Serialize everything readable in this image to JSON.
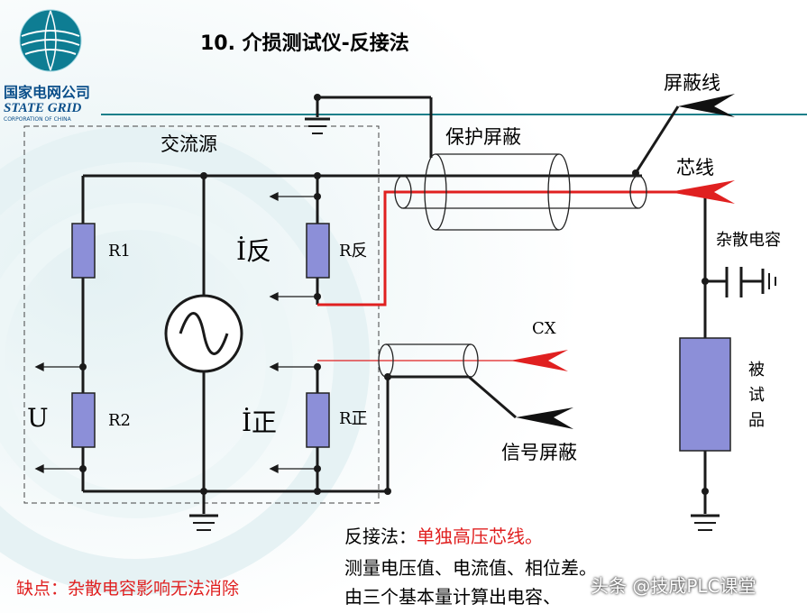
{
  "slide": {
    "title": "10. 介损测试仪-反接法",
    "logo": {
      "chinese": "国家电网公司",
      "english": "STATE GRID",
      "sub": "CORPORATION OF CHINA"
    }
  },
  "diagram": {
    "labels": {
      "ac_source": "交流源",
      "r1": "R1",
      "r2": "R2",
      "u": "U",
      "i_fan": "İ反",
      "r_fan": "R反",
      "i_zheng": "İ正",
      "r_zheng": "R正",
      "guard_shield": "保护屏蔽",
      "shield_wire": "屏蔽线",
      "core_wire": "芯线",
      "stray_cap": "杂散电容",
      "cx": "CX",
      "signal_shield": "信号屏蔽",
      "dut_1": "被",
      "dut_2": "试",
      "dut_3": "品"
    }
  },
  "notes": {
    "method_prefix": "反接法：",
    "method_highlight": "单独高压芯线。",
    "line2": "测量电压值、电流值、相位差。",
    "line3": "由三个基本量计算出电容、",
    "defect": "缺点：杂散电容影响无法消除",
    "watermark": "头条 @技成PLC课堂"
  },
  "colors": {
    "wire": "#1a1a1a",
    "core_red": "#e02020",
    "resistor_fill": "#8c8fd8",
    "teal_line": "#1b7f8a",
    "logo_blue": "#0b4f8a"
  }
}
